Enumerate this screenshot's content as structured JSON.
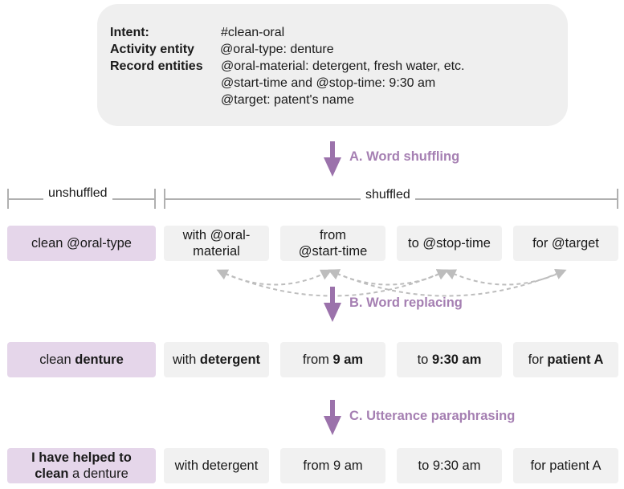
{
  "intent_box": {
    "intent_label": "Intent:",
    "intent_value": "#clean-oral",
    "activity_label": "Activity entity",
    "activity_value": "@oral-type:  denture",
    "record_label": "Record entities",
    "record_values": [
      "@oral-material: detergent, fresh water, etc.",
      "@start-time and @stop-time: 9:30 am",
      "@target: patent's name"
    ]
  },
  "steps": {
    "a": "A. Word shuffling",
    "b": "B. Word replacing",
    "c": "C. Utterance paraphrasing"
  },
  "brackets": {
    "unshuffled": "unshuffled",
    "shuffled": "shuffled"
  },
  "row_template": [
    {
      "line1": "clean @oral-type"
    },
    {
      "line1": "with @oral-",
      "line2": "material"
    },
    {
      "line1": "from",
      "line2": "@start-time"
    },
    {
      "line1": "to @stop-time"
    },
    {
      "line1": "for @target"
    }
  ],
  "row_replaced": [
    {
      "pre": "clean ",
      "bold": "denture"
    },
    {
      "pre": "with ",
      "bold": "detergent"
    },
    {
      "pre": "from ",
      "bold": "9 am"
    },
    {
      "pre": "to ",
      "bold": "9:30 am"
    },
    {
      "pre": "for ",
      "bold": "patient A"
    }
  ],
  "row_paraphrased": {
    "first_bold1": "I have helped to",
    "first_bold2": "clean",
    "first_rest": " a denture",
    "cells": [
      "with detergent",
      "from 9 am",
      "to 9:30 am",
      "for patient A"
    ]
  },
  "colors": {
    "accent": "#9b72ab",
    "step_text": "#a57fb2",
    "purple_cell": "#e5d6ea",
    "gray_cell": "#f1f1f1",
    "box_bg": "#efefef"
  }
}
